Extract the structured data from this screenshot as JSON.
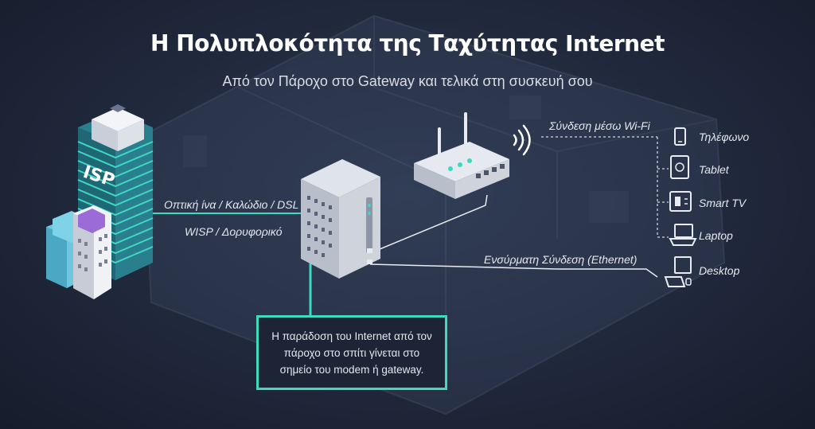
{
  "header": {
    "title": "Η Πολυπλοκότητα της Ταχύτητας Internet",
    "subtitle": "Από τον Πάροχο στο Gateway και τελικά στη συσκευή σου"
  },
  "isp": {
    "label": "ISP"
  },
  "links": {
    "fiber": "Οπτική ίνα / Καλώδιο / DSL",
    "wisp": "WISP / Δορυφορικό",
    "wifi": "Σύνδεση μέσω Wi-Fi",
    "ethernet": "Ενσύρματη Σύνδεση (Ethernet)"
  },
  "devices": [
    {
      "label": "Τηλέφωνο",
      "icon": "phone-icon"
    },
    {
      "label": "Tablet",
      "icon": "tablet-icon"
    },
    {
      "label": "Smart TV",
      "icon": "smart-tv-icon"
    },
    {
      "label": "Laptop",
      "icon": "laptop-icon"
    },
    {
      "label": "Desktop",
      "icon": "desktop-icon"
    }
  ],
  "callout": {
    "text": "Η παράδοση του Internet από τον πάροχο στο σπίτι γίνεται στο σημείο του modem ή gateway."
  },
  "colors": {
    "accent": "#3dd9c1",
    "background": "#1b2233",
    "text": "#e4e8ef"
  }
}
